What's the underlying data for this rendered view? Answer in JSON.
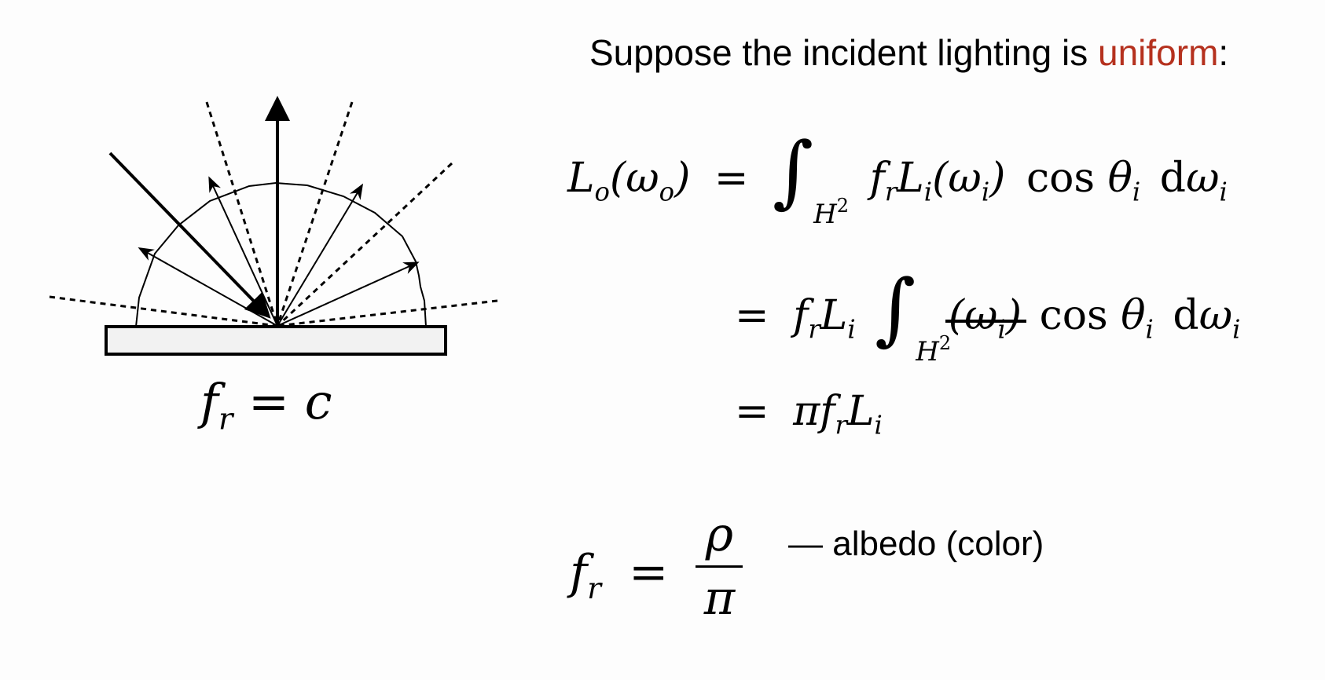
{
  "header": {
    "prefix": "Suppose the incident lighting is ",
    "highlight": "uniform",
    "suffix": ":",
    "highlight_color": "#b5311e"
  },
  "diagram": {
    "caption_lhs": "f",
    "caption_sub": "r",
    "caption_rest": " = c"
  },
  "equations": {
    "line1": {
      "lhs_L": "L",
      "lhs_sub": "o",
      "lhs_arg": "(ω",
      "lhs_arg_sub": "o",
      "lhs_close": ")",
      "eq": "=",
      "integral": "∫",
      "domain": "H",
      "domain_sup": "2",
      "f": "f",
      "f_sub": "r",
      "L": "L",
      "L_sub": "i",
      "arg": "(ω",
      "arg_sub": "i",
      "arg_close": ")",
      "cos": "cos",
      "theta": "θ",
      "theta_sub": "i",
      "d": "d",
      "omega": "ω",
      "omega_sub": "i"
    },
    "line2": {
      "eq": "=",
      "f": "f",
      "f_sub": "r",
      "L": "L",
      "L_sub": "i",
      "integral": "∫",
      "domain": "H",
      "domain_sup": "2",
      "struck": "(ω",
      "struck_sub": "i",
      "struck_close": ")",
      "cos": "cos",
      "theta": "θ",
      "theta_sub": "i",
      "d": "d",
      "omega": "ω",
      "omega_sub": "i"
    },
    "line3": {
      "eq": "=",
      "pi": "π",
      "f": "f",
      "f_sub": "r",
      "L": "L",
      "L_sub": "i"
    }
  },
  "albedo": {
    "f": "f",
    "f_sub": "r",
    "eq": "=",
    "num": "ρ",
    "den": "π",
    "note": "— albedo (color)"
  }
}
